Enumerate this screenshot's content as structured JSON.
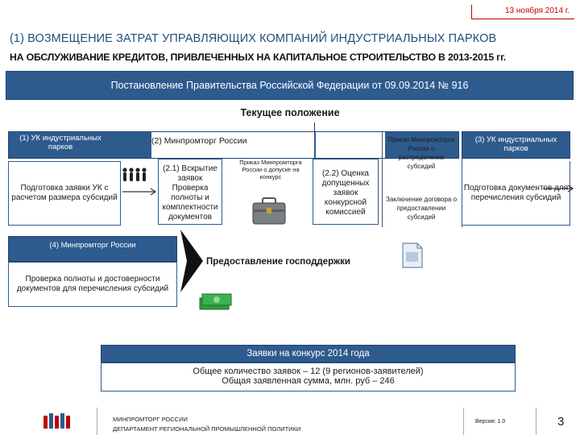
{
  "header": {
    "date": "13 ноября 2014 г.",
    "title_line1": "(1) ВОЗМЕЩЕНИЕ ЗАТРАТ УПРАВЛЯЮЩИХ КОМПАНИЙ ИНДУСТРИАЛЬНЫХ ПАРКОВ",
    "title_line2": "НА ОБСЛУЖИВАНИЕ КРЕДИТОВ, ПРИВЛЕЧЕННЫХ НА КАПИТАЛЬНОЕ СТРОИТЕЛЬСТВО В 2013-2015 гг."
  },
  "banner": "Постановление Правительства Российской Федерации от 09.09.2014 № 916",
  "current_state": "Текущее положение",
  "uk1": {
    "header": "(1) УК индустриальных парков",
    "body": "Подготовка заявки УК с расчетом размера субсидий"
  },
  "mpt2": {
    "header": "(2) Минпромторг России",
    "step1": "(2.1) Вскрытие заявок Проверка полноты и комплектности документов",
    "order_mid": "Приказ Минпромторга России о допуске на конкурс",
    "step2": "(2.2) Оценка допущенных заявок конкурсной комиссией"
  },
  "right_col": {
    "order": "Приказ Минпромторга России о распределении субсидий",
    "contract": "Заключение договора о предоставлении субсидий"
  },
  "uk3": {
    "header": "(3) УК индустриальных парков",
    "body": "Подготовка документов для перечисления субсидий"
  },
  "mpt4": {
    "header": "(4) Минпромторг России",
    "body": "Проверка полноты и достоверности документов для перечисления субсидий"
  },
  "support": "Предоставление господдержки",
  "applications": {
    "header": "Заявки на конкурс 2014 года",
    "line1": "Общее количество заявок – 12 (9 регионов-заявителей)",
    "line2": "Общая заявленная сумма, млн. руб – 246"
  },
  "footer": {
    "org": "МИНПРОМТОРГ РОССИИ",
    "dept": "ДЕПАРТАМЕНТ РЕГИОНАЛЬНОЙ ПРОМЫШЛЕННОЙ ПОЛИТИКИ",
    "version": "Версия: 1.0",
    "page": "3"
  },
  "colors": {
    "primary_blue": "#2e5b8e",
    "date_red": "#c00000",
    "money_green": "#2f9e3f"
  },
  "icons": [
    "people-icon",
    "briefcase-icon",
    "document-icon",
    "money-icon",
    "arrow-right-icon",
    "ministry-logo-icon"
  ]
}
